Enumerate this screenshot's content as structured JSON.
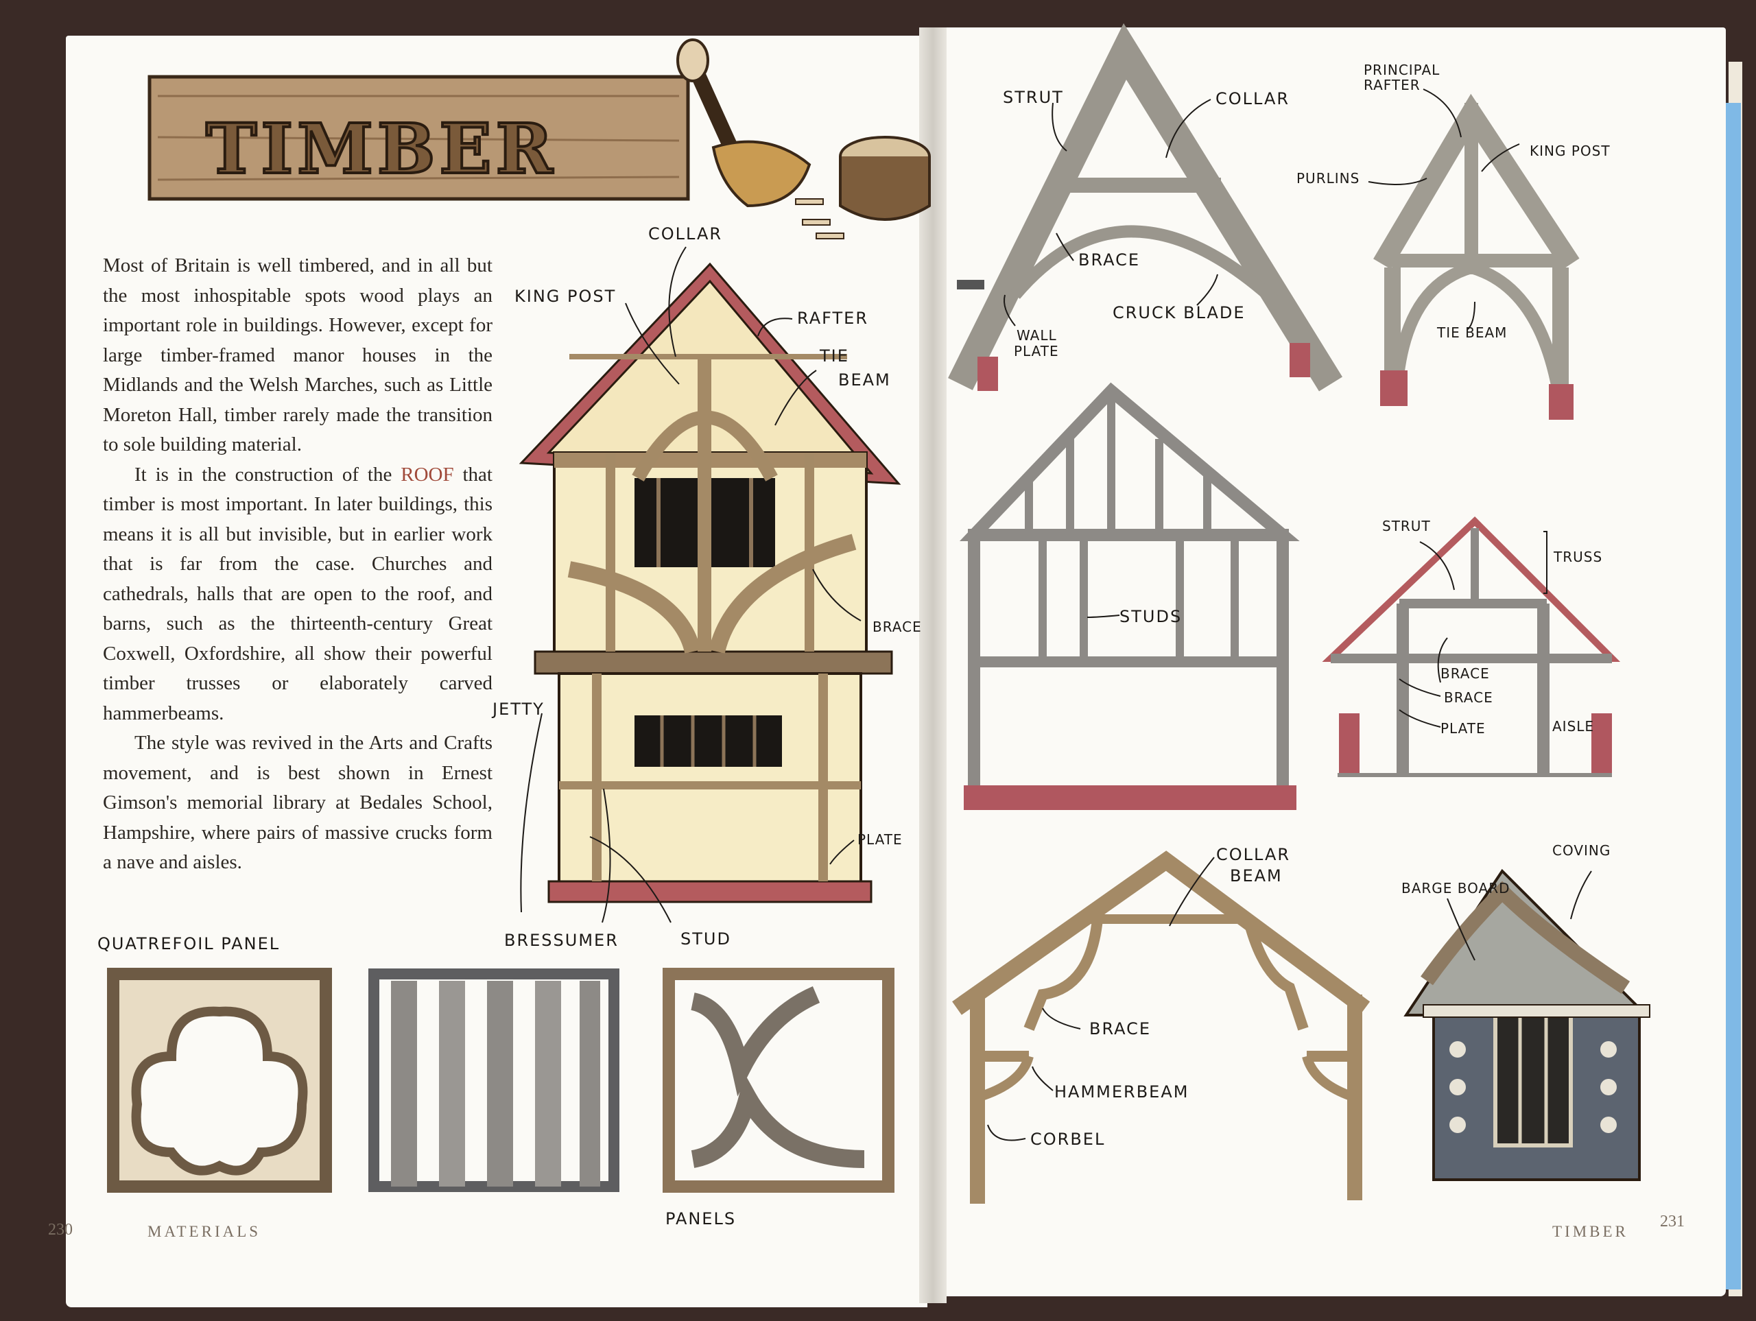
{
  "left_page": {
    "title": "TIMBER",
    "paragraphs": [
      "Most of Britain is well timbered, and in all but the most inhospitable spots wood plays an important role in buildings. However, except for large timber-framed manor houses in the Midlands and the Welsh Marches, such as Little Moreton Hall, timber rarely made the transition to sole building material."
    ],
    "p2_before": "It is in the construction of the ",
    "p2_link": "ROOF",
    "p2_after": " that timber is most important. In later buildings, this means it is all but invisible, but in earlier work that is far from the case. Churches and cathedrals, halls that are open to the roof, and barns, such as the thirteenth-century Great Coxwell, Oxfordshire, all show their powerful timber trusses or elaborately carved hammerbeams.",
    "p3": "The style was revived in the Arts and Crafts movement, and is best shown in Ernest Gimson's memorial library at Bedales School, Hampshire, where pairs of massive crucks form a nave and aisles.",
    "house_labels": {
      "collar": "COLLAR",
      "king_post": "KING POST",
      "rafter": "RAFTER",
      "tie": "TIE",
      "beam": "BEAM",
      "brace": "BRACE",
      "jetty": "JETTY",
      "plate": "PLATE",
      "bressumer": "BRESSUMER",
      "stud": "STUD"
    },
    "panel_labels": {
      "quatrefoil": "QUATREFOIL PANEL",
      "panels": "PANELS"
    },
    "folio": "230",
    "running_head": "MATERIALS"
  },
  "right_page": {
    "cruck_labels": {
      "strut": "STRUT",
      "collar": "COLLAR",
      "brace": "BRACE",
      "cruck_blade": "CRUCK BLADE",
      "wall": "WALL",
      "plate": "PLATE"
    },
    "kingpost_labels": {
      "principal": "PRINCIPAL",
      "rafter": "RAFTER",
      "king_post": "KING POST",
      "purlins": "PURLINS",
      "tie_beam": "TIE BEAM"
    },
    "studs_label": "STUDS",
    "aisle_labels": {
      "strut": "STRUT",
      "truss": "TRUSS",
      "brace1": "BRACE",
      "brace2": "BRACE",
      "plate": "PLATE",
      "aisle": "AISLE"
    },
    "hammer_labels": {
      "collar": "COLLAR",
      "beam": "BEAM",
      "brace": "BRACE",
      "hammerbeam": "HAMMERBEAM",
      "corbel": "CORBEL"
    },
    "barge_labels": {
      "coving": "COVING",
      "barge_board": "BARGE BOARD"
    },
    "folio": "231",
    "running_head": "TIMBER"
  },
  "colors": {
    "timber": "#a48a66",
    "plaster": "#f6ecc6",
    "brick": "#b0575f",
    "grey_timber": "#8d8a86",
    "blue_edge": "#7fb9e6"
  }
}
